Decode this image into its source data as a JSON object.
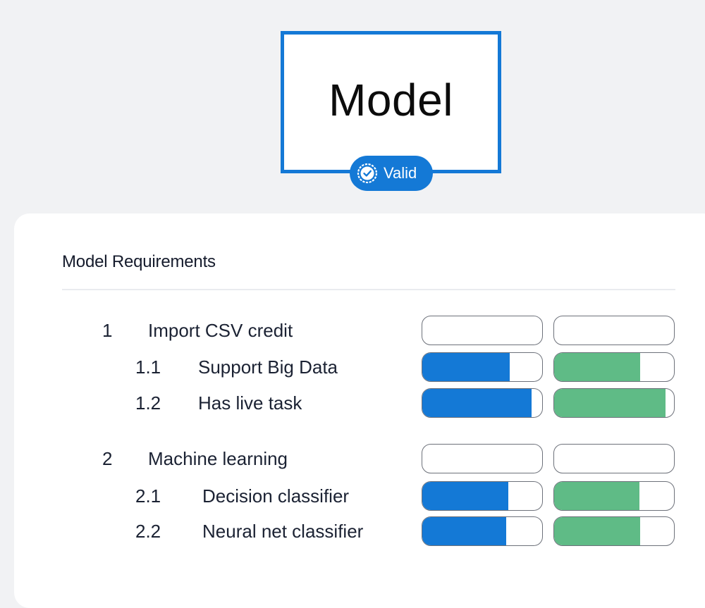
{
  "model": {
    "title": "Model",
    "status": "Valid"
  },
  "requirements": {
    "title": "Model Requirements",
    "colors": {
      "accent": "#1479d6",
      "green": "#5fbb86"
    },
    "groups": [
      {
        "number": "1",
        "label": "Import CSV credit",
        "progress_a": 0,
        "progress_b": 0,
        "items": [
          {
            "number": "1.1",
            "label": "Support Big Data",
            "progress_a": 0.73,
            "progress_b": 0.72
          },
          {
            "number": "1.2",
            "label": "Has live task",
            "progress_a": 0.91,
            "progress_b": 0.93
          }
        ]
      },
      {
        "number": "2",
        "label": "Machine learning",
        "progress_a": 0,
        "progress_b": 0,
        "items": [
          {
            "number": "2.1",
            "label": "Decision classifier",
            "progress_a": 0.72,
            "progress_b": 0.71
          },
          {
            "number": "2.2",
            "label": "Neural net classifier",
            "progress_a": 0.7,
            "progress_b": 0.72
          }
        ]
      }
    ]
  }
}
